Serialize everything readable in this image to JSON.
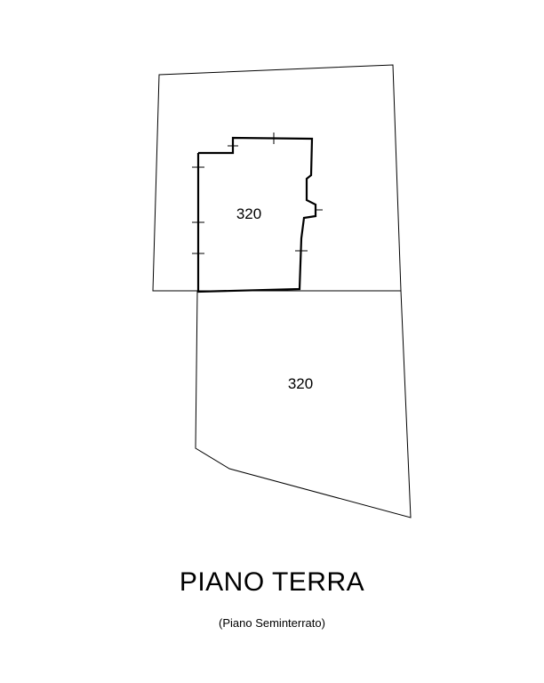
{
  "plan": {
    "upper_area_label": "320",
    "lower_area_label": "320"
  },
  "title": "PIANO TERRA",
  "subtitle": "(Piano Seminterrato)"
}
